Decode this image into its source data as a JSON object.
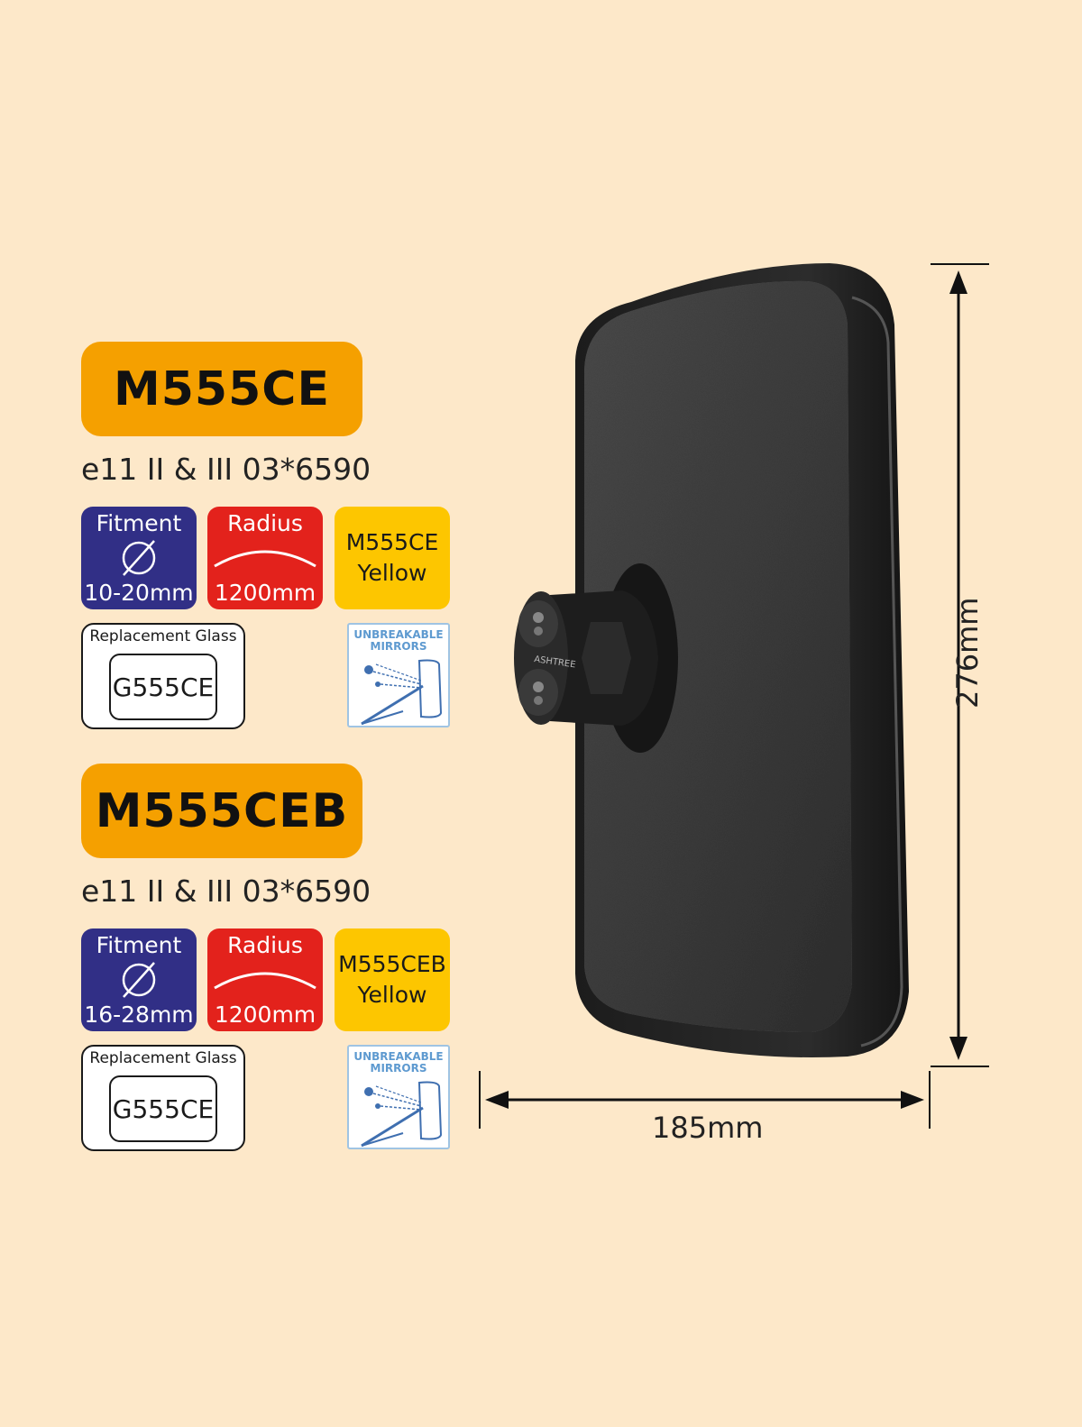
{
  "products": [
    {
      "code": "M555CE",
      "approval": "e11 II & III 03*6590",
      "fitment": {
        "label": "Fitment",
        "value": "10-20mm"
      },
      "radius": {
        "label": "Radius",
        "value": "1200mm"
      },
      "color_badge": {
        "line1": "M555CE",
        "line2": "Yellow"
      },
      "replacement": {
        "label": "Replacement Glass",
        "code": "G555CE"
      },
      "unbreakable": {
        "line1": "UNBREAKABLE",
        "line2": "MIRRORS"
      }
    },
    {
      "code": "M555CEB",
      "approval": "e11 II & III 03*6590",
      "fitment": {
        "label": "Fitment",
        "value": "16-28mm"
      },
      "radius": {
        "label": "Radius",
        "value": "1200mm"
      },
      "color_badge": {
        "line1": "M555CEB",
        "line2": "Yellow"
      },
      "replacement": {
        "label": "Replacement Glass",
        "code": "G555CE"
      },
      "unbreakable": {
        "line1": "UNBREAKABLE",
        "line2": "MIRRORS"
      }
    }
  ],
  "mirror": {
    "brand": "ASHTREE"
  },
  "dimensions": {
    "height": "276mm",
    "width": "185mm"
  },
  "colors": {
    "background": "#fde8c9",
    "banner": "#f5a000",
    "fitment": "#312f86",
    "radius": "#e3221c",
    "yellow": "#fdc600"
  }
}
